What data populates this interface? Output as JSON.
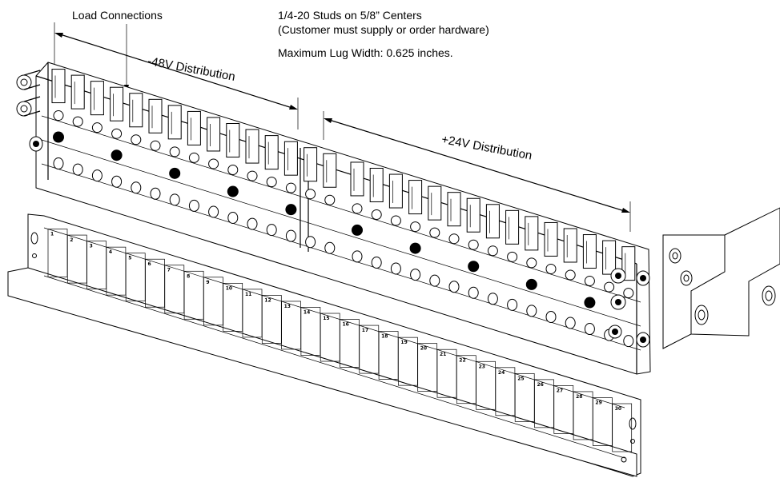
{
  "labels": {
    "load_connections": "Load Connections",
    "studs_line1": "1/4-20 Studs on 5/8” Centers",
    "studs_line2": "(Customer must supply or order hardware)",
    "lug_width": "Maximum Lug Width: 0.625 inches.",
    "neg48": "-48V Distribution",
    "pos24": "+24V Distribution"
  },
  "position_numbers": [
    "1",
    "2",
    "3",
    "4",
    "5",
    "6",
    "7",
    "8",
    "9",
    "10",
    "11",
    "12",
    "13",
    "14",
    "15",
    "16",
    "17",
    "18",
    "19",
    "20",
    "21",
    "22",
    "23",
    "24",
    "25",
    "26",
    "27",
    "28",
    "29",
    "30"
  ]
}
